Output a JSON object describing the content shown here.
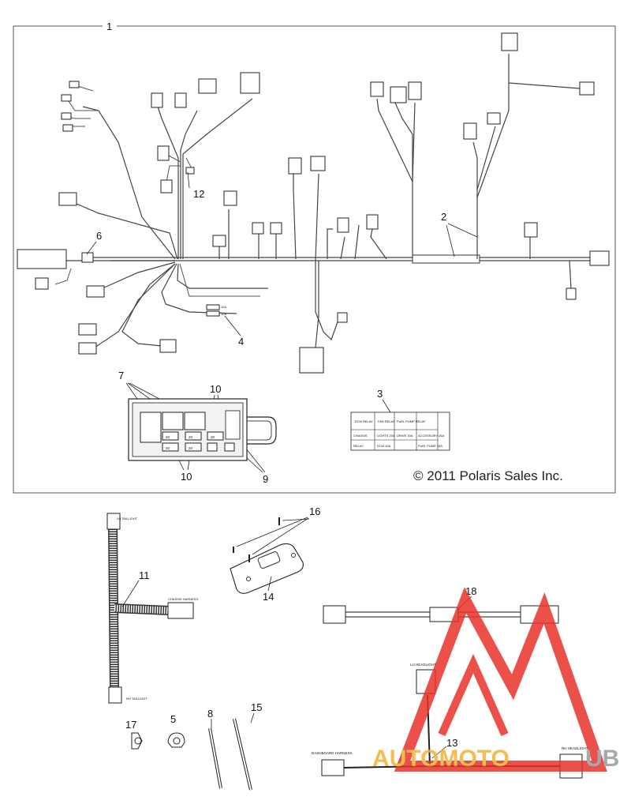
{
  "copyright": "© 2011 Polaris Sales Inc.",
  "callouts": {
    "c1": "1",
    "c2": "2",
    "c3": "3",
    "c4": "4",
    "c5": "5",
    "c6": "6",
    "c7": "7",
    "c8": "8",
    "c9": "9",
    "c10a": "10",
    "c10b": "10",
    "c11": "11",
    "c12": "12",
    "c13": "13",
    "c14": "14",
    "c15": "15",
    "c16": "16",
    "c17": "17",
    "c18": "18"
  },
  "fuse_values": [
    "20",
    "20",
    "20",
    "20",
    "20"
  ],
  "fuse_label_card": {
    "row1": [
      "ECM RELAY",
      "FAN RELAY",
      "FUEL PUMP RELAY"
    ],
    "row2": [
      "CHASSIS",
      "LIGHTS 20A",
      "DRIVE 20A",
      "ACCESSORY 25A"
    ],
    "row3": [
      "RELAY",
      "ECM 10A",
      "",
      "FUEL PUMP 15A"
    ]
  },
  "connector_labels": {
    "lh_taillight": "LH TAILLIGHT",
    "rh_taillight": "RH TAILLIGHT",
    "chassis_harness": "CHASSIS HARNESS",
    "lh_headlight": "LH HEADLIGHT",
    "rh_headlight": "RH HEADLIGHT",
    "dashboard_harness": "DASHBOARD HARNESS"
  },
  "watermark": {
    "text_left": "AUTOMOTO",
    "text_right": "UB",
    "color_primary": "#e8322a",
    "color_secondary": "#f4b233"
  }
}
